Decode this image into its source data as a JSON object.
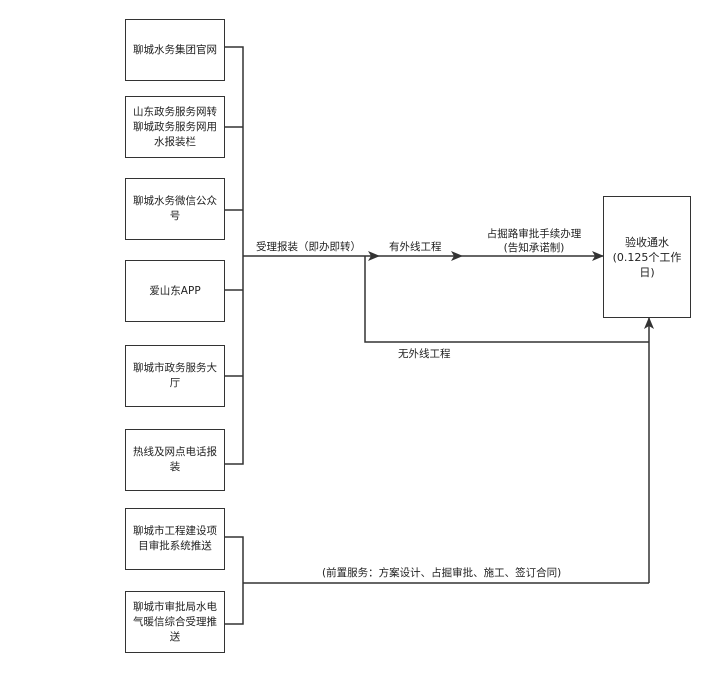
{
  "sources": [
    {
      "label": "聊城水务集团官网"
    },
    {
      "label": "山东政务服务网转聊城政务服务网用水报装栏"
    },
    {
      "label": "聊城水务微信公众号"
    },
    {
      "label": "爱山东APP"
    },
    {
      "label": "聊城市政务服务大厅"
    },
    {
      "label": "热线及网点电话报装"
    }
  ],
  "pre_sources": [
    {
      "label": "聊城市工程建设项目审批系统推送"
    },
    {
      "label": "聊城市审批局水电气暖信综合受理推送"
    }
  ],
  "flow": {
    "accept": "受理报装（即办即转）",
    "external": "有外线工程",
    "permit_line1": "占掘路审批手续办理",
    "permit_line2": "(告知承诺制)",
    "no_external": "无外线工程",
    "pre_service": "(前置服务：方案设计、占掘审批、施工、签订合同)"
  },
  "final": {
    "label": "验收通水(0.125个工作日)"
  }
}
